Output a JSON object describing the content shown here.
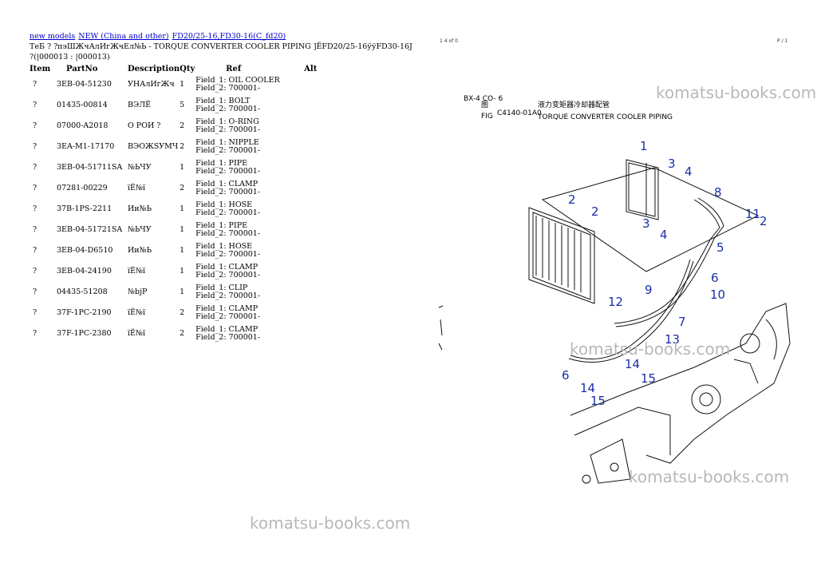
{
  "breadcrumb": {
    "link1": "new models",
    "link2": "NEW (China and other)",
    "link3": "FD20/25-16,FD30-16(C_fd20)"
  },
  "title_line": "ТеБ ? ?пэШЖчАлИгЖчЕл№Ь - TORQUE CONVERTER COOLER PIPING ]ЁFD20/25-16ўўFD30-16J",
  "sub_line": "?(|000013 : |000013)",
  "table": {
    "headers": [
      "Item",
      "PartNo",
      "Description",
      "Qty",
      "Ref",
      "Alt"
    ],
    "rows": [
      {
        "item": "?",
        "part": "3EB-04-51230",
        "desc": "УНАлИгЖч",
        "qty": "1",
        "f1": "Field_1: OIL COOLER",
        "f2": "Field_2: 700001-"
      },
      {
        "item": "?",
        "part": "01435-00814",
        "desc": "ВЭЛЁ",
        "qty": "5",
        "f1": "Field_1: BOLT",
        "f2": "Field_2: 700001-"
      },
      {
        "item": "?",
        "part": "07000-A2018",
        "desc": "О РОИ ?",
        "qty": "2",
        "f1": "Field_1: O-RING",
        "f2": "Field_2: 700001-"
      },
      {
        "item": "?",
        "part": "3EA-M1-17170",
        "desc": "ВЭОЖЅУМЧ",
        "qty": "2",
        "f1": "Field_1: NIPPLE",
        "f2": "Field_2: 700001-"
      },
      {
        "item": "?",
        "part": "3EB-04-51711SA",
        "desc": "№ЬЧУ",
        "qty": "1",
        "f1": "Field_1: PIPE",
        "f2": "Field_2: 700001-"
      },
      {
        "item": "?",
        "part": "07281-00229",
        "desc": "їЁ№ї",
        "qty": "2",
        "f1": "Field_1: CLAMP",
        "f2": "Field_2: 700001-"
      },
      {
        "item": "?",
        "part": "37B-1PS-2211",
        "desc": "Ии№Ь",
        "qty": "1",
        "f1": "Field_1: HOSE",
        "f2": "Field_2: 700001-"
      },
      {
        "item": "?",
        "part": "3EB-04-51721SA",
        "desc": "№ЬЧУ",
        "qty": "1",
        "f1": "Field_1: PIPE",
        "f2": "Field_2: 700001-"
      },
      {
        "item": "?",
        "part": "3EB-04-D6510",
        "desc": "Ии№Ь",
        "qty": "1",
        "f1": "Field_1: HOSE",
        "f2": "Field_2: 700001-"
      },
      {
        "item": "?",
        "part": "3EB-04-24190",
        "desc": "їЁ№ї",
        "qty": "1",
        "f1": "Field_1: CLAMP",
        "f2": "Field_2: 700001-"
      },
      {
        "item": "?",
        "part": "04435-51208",
        "desc": "№bjР",
        "qty": "1",
        "f1": "Field_1: CLIP",
        "f2": "Field_2: 700001-"
      },
      {
        "item": "?",
        "part": "37F-1PC-2190",
        "desc": "їЁ№ї",
        "qty": "2",
        "f1": "Field_1: CLAMP",
        "f2": "Field_2: 700001-"
      },
      {
        "item": "?",
        "part": "37F-1PC-2380",
        "desc": "їЁ№ї",
        "qty": "2",
        "f1": "Field_1: CLAMP",
        "f2": "Field_2: 700001-"
      }
    ]
  },
  "diagram": {
    "header_code": "BX-4 CO-   6",
    "fig_label1": "图",
    "fig_label2": "FIG",
    "fig_number": "C4140-01A0",
    "title_cn": "液力变矩器冷却器配管",
    "title_en": "TORQUE CONVERTER COOLER PIPING",
    "callout_color": "#1a2fa8",
    "callouts": [
      "1",
      "2",
      "3",
      "4",
      "2",
      "8",
      "3",
      "4",
      "11",
      "2",
      "5",
      "6",
      "9",
      "10",
      "12",
      "7",
      "13",
      "6",
      "14",
      "15",
      "14",
      "15"
    ]
  },
  "page_marks": {
    "left": "1 4 of 0",
    "right": "P / 1"
  },
  "watermark": "komatsu-books.com"
}
